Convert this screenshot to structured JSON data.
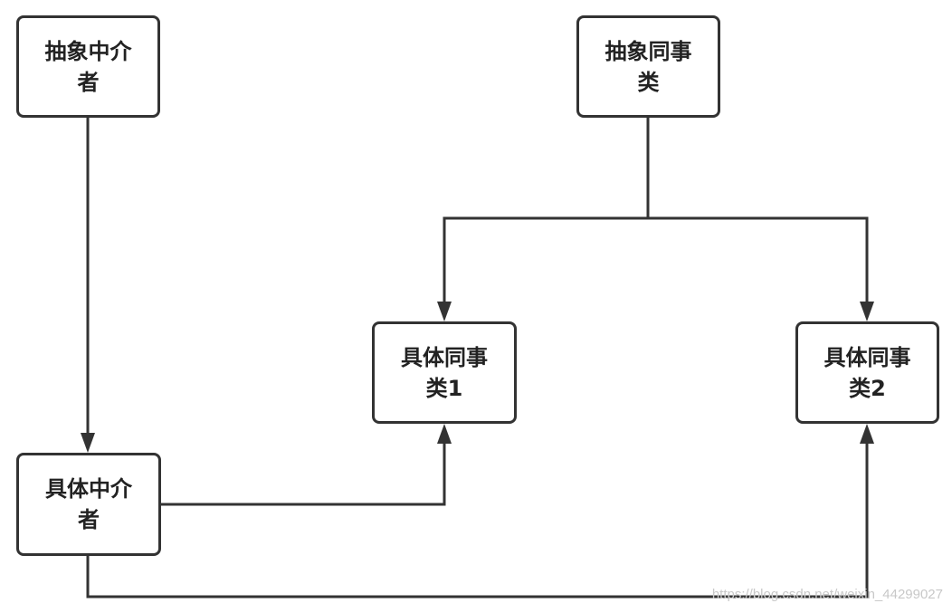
{
  "nodes": {
    "abstract_mediator": "抽象中介\n者",
    "abstract_colleague": "抽象同事\n类",
    "concrete_colleague1": "具体同事\n类1",
    "concrete_colleague2": "具体同事\n类2",
    "concrete_mediator": "具体中介\n者"
  },
  "watermark": "https://blog.csdn.net/weixin_44299027",
  "colors": {
    "stroke": "#333333",
    "text": "#222222",
    "watermark": "#c8c8c8"
  }
}
